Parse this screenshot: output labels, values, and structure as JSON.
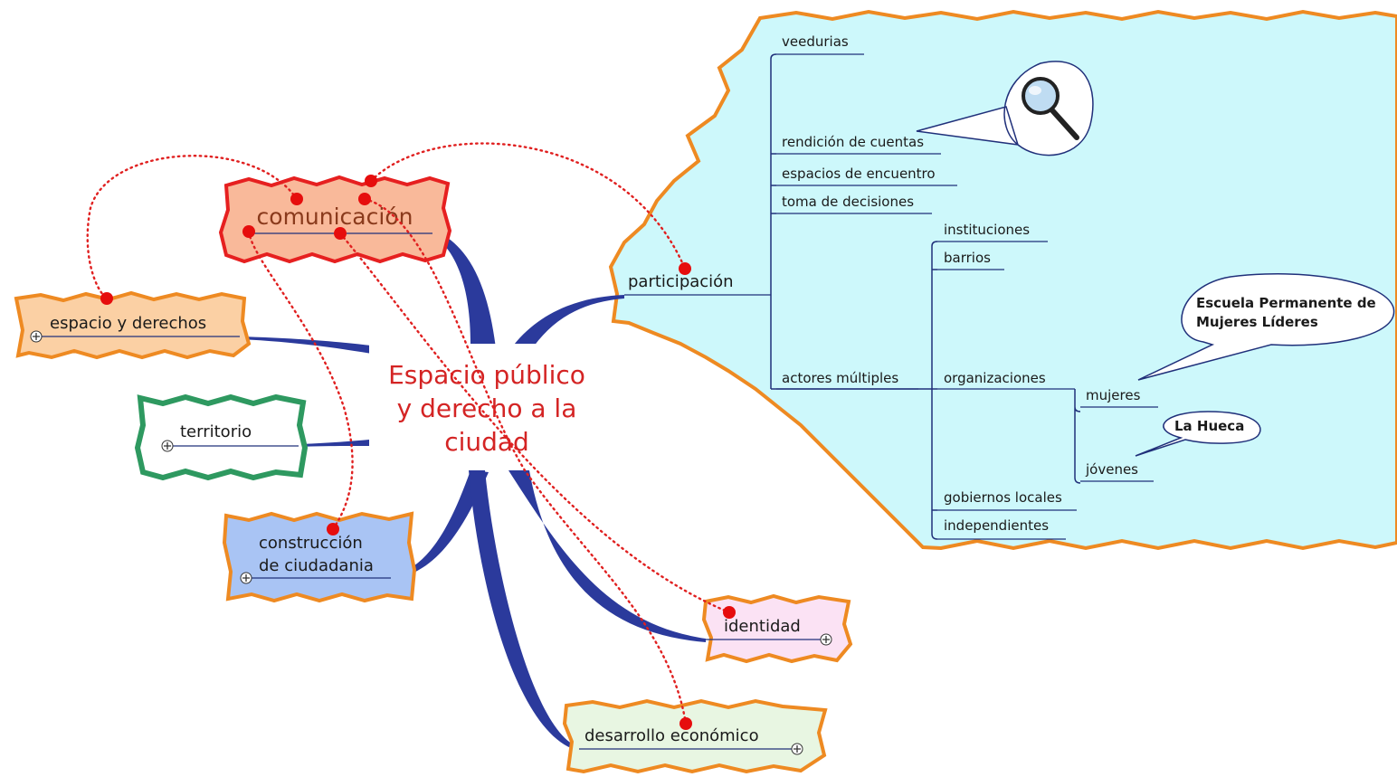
{
  "central_topic": {
    "lines": [
      "Espacio público",
      "y derecho a la",
      "ciudad"
    ]
  },
  "topics": {
    "comunicacion": "comunicación",
    "espacio_derechos": "espacio y derechos",
    "territorio": "territorio",
    "construccion": [
      "construcción",
      "de ciudadania"
    ],
    "identidad": "identidad",
    "desarrollo": "desarrollo económico",
    "participacion": "participación"
  },
  "participacion_children": {
    "veedurias": "veedurias",
    "rendicion": "rendición de cuentas",
    "espacios": "espacios de encuentro",
    "toma": "toma de decisiones",
    "actores": "actores múltiples"
  },
  "actores_children": {
    "instituciones": "instituciones",
    "barrios": "barrios",
    "organizaciones": "organizaciones",
    "gobiernos": "gobiernos locales",
    "independientes": "independientes"
  },
  "organizaciones_children": {
    "mujeres": "mujeres",
    "jovenes": "jóvenes"
  },
  "callouts": {
    "escuela": [
      "Escuela Permanente de",
      "Mujeres Líderes"
    ],
    "hueca": "La Hueca"
  },
  "icons": {
    "magnifier": "magnifier-icon",
    "expand": "plus-circle-icon"
  },
  "colors": {
    "central_text": "#d42424",
    "branch": "#2b3a9c",
    "relationship": "#e02020",
    "participacion_fill": "#cdf8fb",
    "wavy_orange": "#ee8a22"
  }
}
